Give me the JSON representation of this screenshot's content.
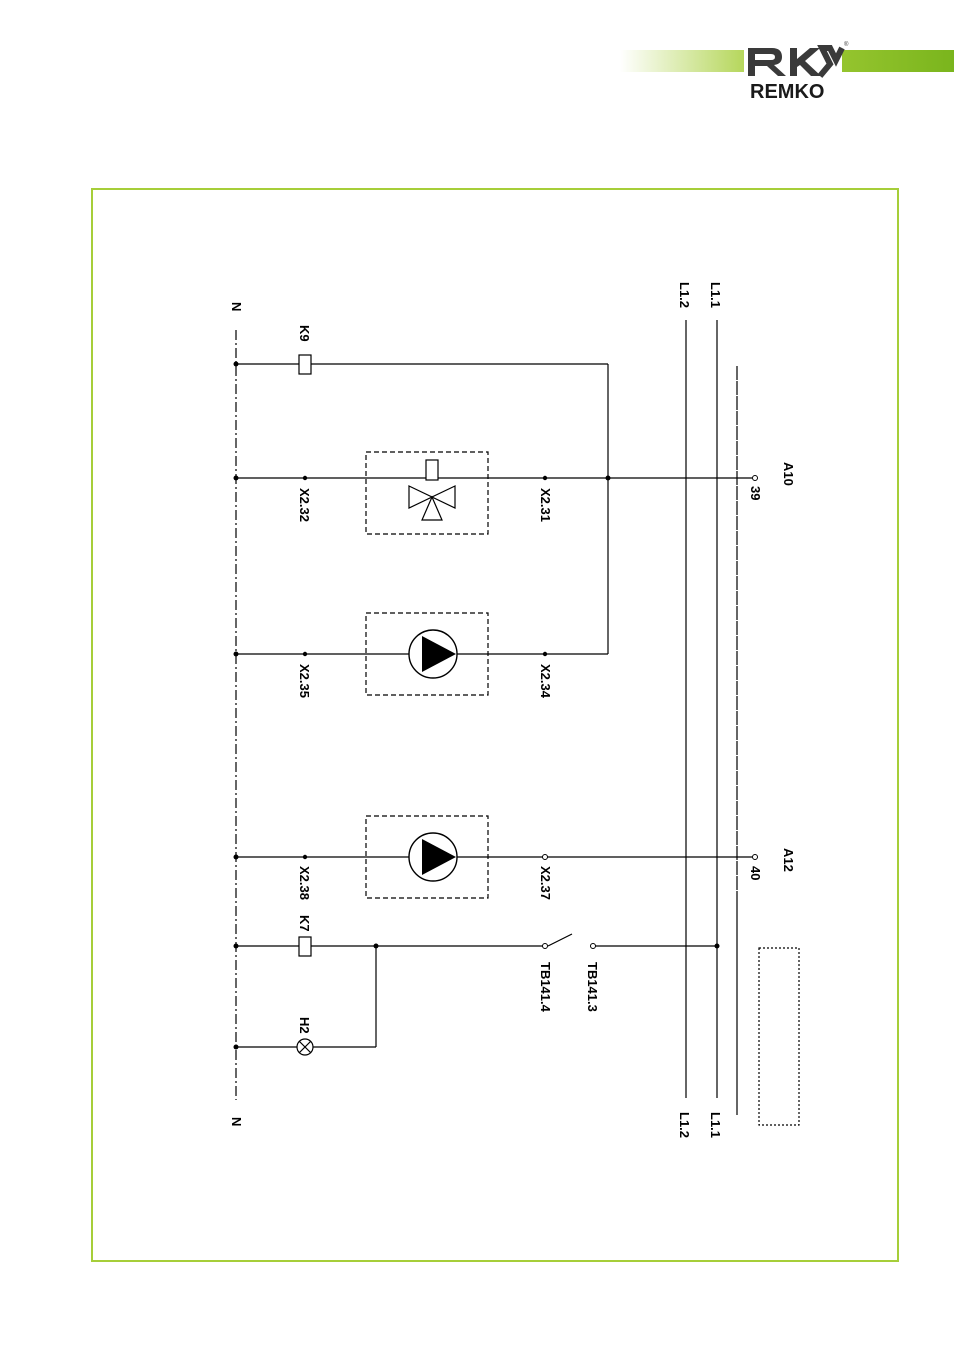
{
  "header": {
    "brand": "REMKO",
    "brand_color": "#a6ce39",
    "logo_icon": "remko-logo-icon"
  },
  "rails": {
    "n_top": "N",
    "n_bottom": "N",
    "l11_top": "L1.1",
    "l11_bottom": "L1.1",
    "l12_top": "L1.2",
    "l12_bottom": "L1.2"
  },
  "components": {
    "k9": "K9",
    "k7": "K7",
    "h2": "H2",
    "x232": "X2.32",
    "x231": "X2.31",
    "x235": "X2.35",
    "x234": "X2.34",
    "x238": "X2.38",
    "x237": "X2.37",
    "tb1414": "TB141.4",
    "tb1413": "TB141.3",
    "a10": "A10",
    "t39": "39",
    "a12": "A12",
    "t40": "40"
  }
}
